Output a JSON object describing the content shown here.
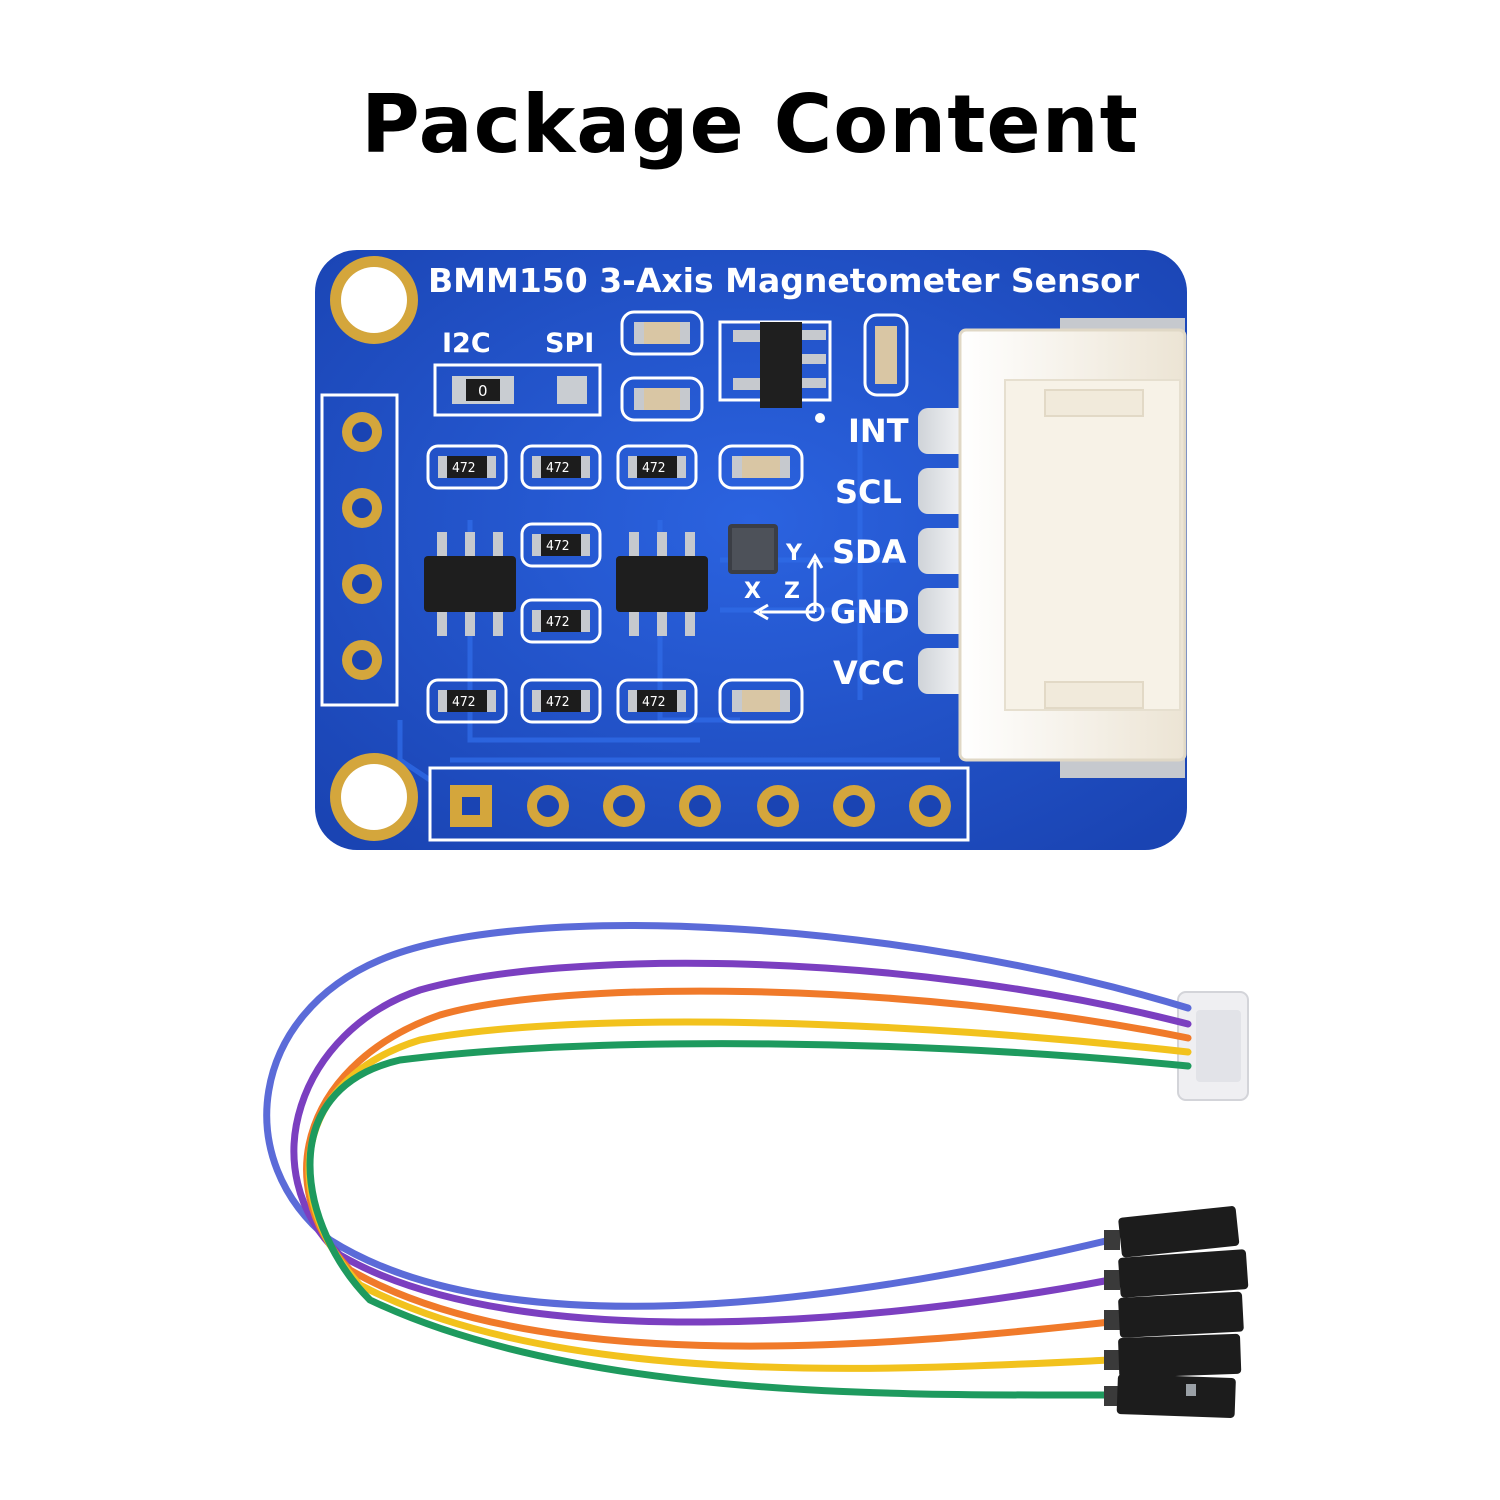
{
  "title": "Package Content",
  "board": {
    "name": "BMM150 3-Axis Magnetometer Sensor",
    "mode_i2c": "I2C",
    "mode_spi": "SPI",
    "jumper_value": "0",
    "resistor_code": "472",
    "pins": [
      "INT",
      "SCL",
      "SDA",
      "GND",
      "VCC"
    ],
    "axes": {
      "x": "X",
      "y": "Y",
      "z": "Z"
    },
    "colors": {
      "pcb": "#1f4fc4",
      "pad": "#c9a13b",
      "connector": "#f4eee2"
    }
  },
  "cable": {
    "wire_colors": [
      "#5b6bd8",
      "#1e9a5e",
      "#f2c21d",
      "#7b3fc0",
      "#f07a2a"
    ]
  }
}
